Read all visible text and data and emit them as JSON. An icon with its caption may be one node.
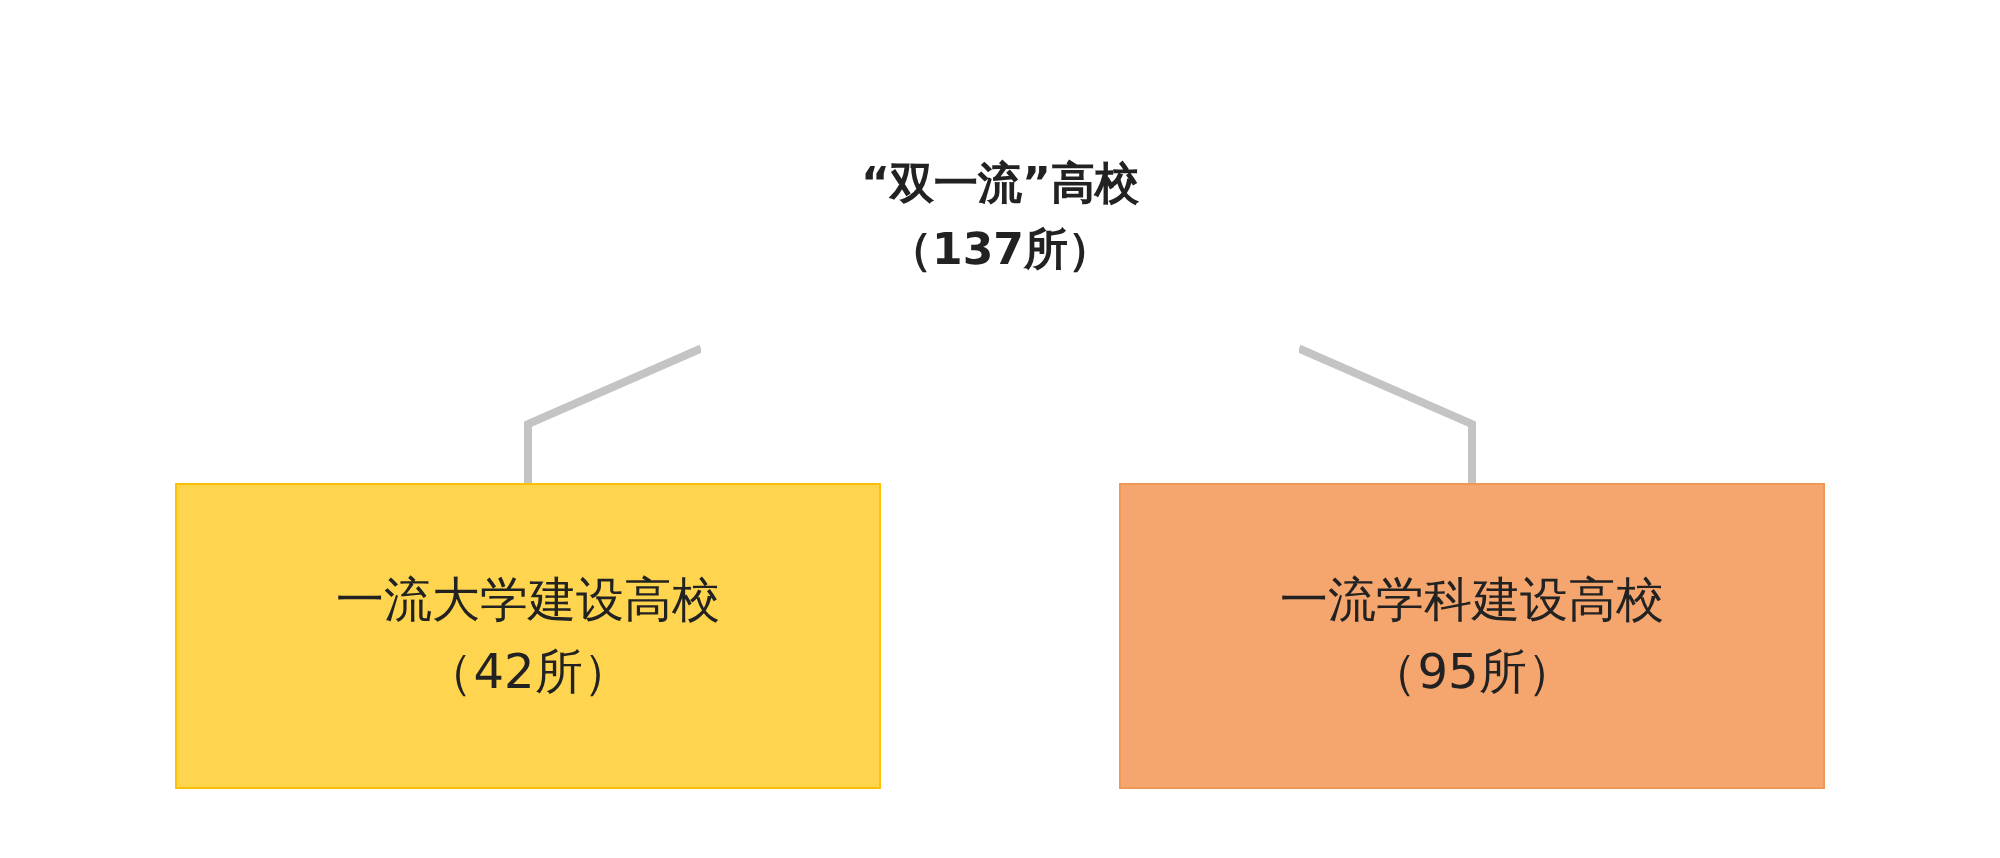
{
  "diagram": {
    "nodes": [
      {
        "text": [
          "“双一流”高校",
          "（137所）"
        ]
      },
      {
        "text": [
          "一流大学建设高校",
          "（42所）"
        ]
      },
      {
        "text": [
          "一流学科建设高校",
          "（95所）"
        ]
      }
    ],
    "edges": [
      {
        "from": 0,
        "to": 1,
        "arrow": "none"
      },
      {
        "from": 0,
        "to": 2,
        "arrow": "none"
      }
    ]
  }
}
